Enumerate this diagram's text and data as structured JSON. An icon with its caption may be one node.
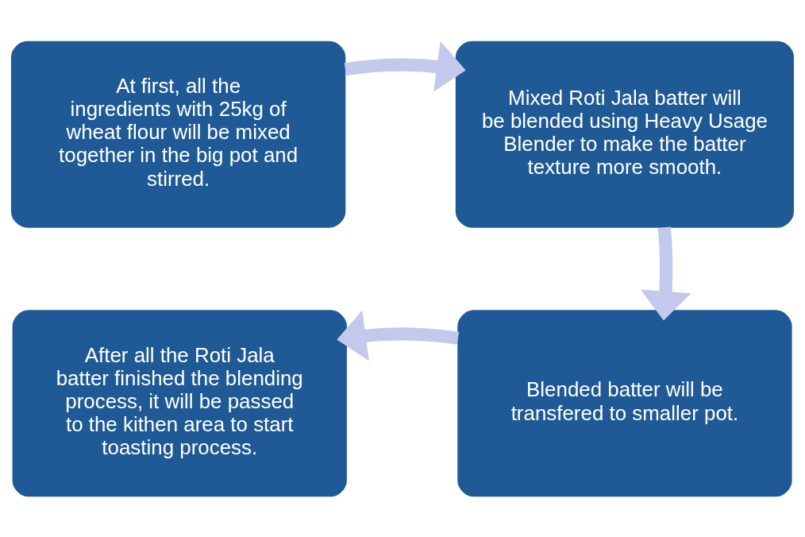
{
  "diagram": {
    "nodes": [
      {
        "text": [
          "At first, all the ingredients with 25kg of wheat flour will be mixed together in the big pot and stirred."
        ]
      },
      {
        "text": [
          "Mixed Roti Jala batter will be blended using Heavy Usage Blender to make the batter texture more smooth."
        ]
      },
      {
        "text": [
          "After all the Roti Jala batter finished the blending process, it will be passed to the kithen area to start toasting process."
        ]
      },
      {
        "text": [
          "Blended batter will be transfered to smaller pot."
        ]
      }
    ],
    "edges": [
      {
        "from": 0,
        "to": 1,
        "arrow": "to"
      },
      {
        "from": 1,
        "to": 3,
        "arrow": "to"
      },
      {
        "from": 3,
        "to": 2,
        "arrow": "to"
      }
    ]
  }
}
